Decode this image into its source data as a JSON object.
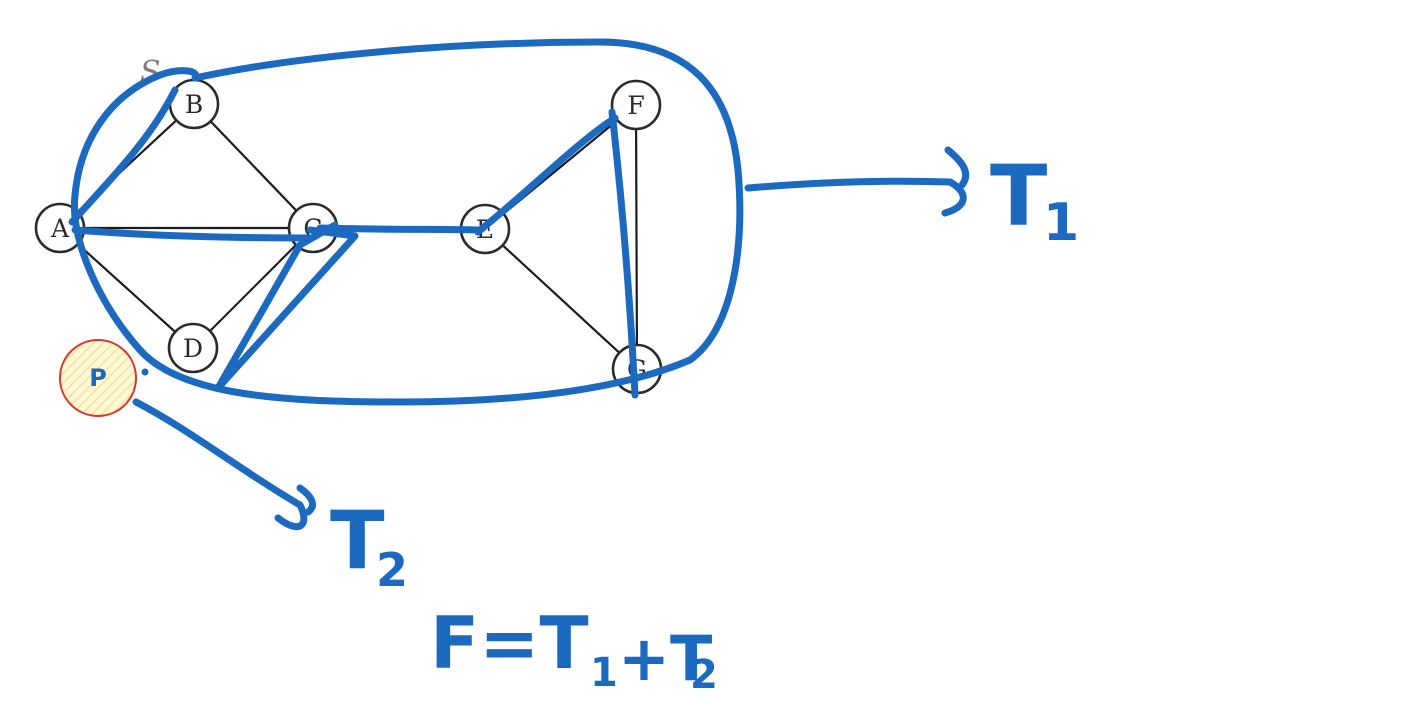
{
  "graph": {
    "nodes": [
      {
        "id": "A",
        "label": "A"
      },
      {
        "id": "B",
        "label": "B"
      },
      {
        "id": "C",
        "label": "C"
      },
      {
        "id": "D",
        "label": "D"
      },
      {
        "id": "E",
        "label": "E"
      },
      {
        "id": "F",
        "label": "F"
      },
      {
        "id": "G",
        "label": "G"
      }
    ],
    "edges": [
      [
        "A",
        "B"
      ],
      [
        "A",
        "C"
      ],
      [
        "A",
        "D"
      ],
      [
        "B",
        "C"
      ],
      [
        "C",
        "D"
      ],
      [
        "C",
        "E"
      ],
      [
        "E",
        "F"
      ],
      [
        "E",
        "G"
      ],
      [
        "F",
        "G"
      ]
    ],
    "start_marker": "S"
  },
  "annotations": {
    "p_node": "P",
    "t1_label": "T",
    "t1_sub": "1",
    "t2_label": "T",
    "t2_sub": "2",
    "formula": "F=T",
    "formula_sub1": "1",
    "formula_plus": "+T",
    "formula_sub2": "2",
    "ink_color": "#1b6ac0",
    "p_node_fill": "#fbf3c4",
    "p_node_stroke": "#d33a2c"
  }
}
